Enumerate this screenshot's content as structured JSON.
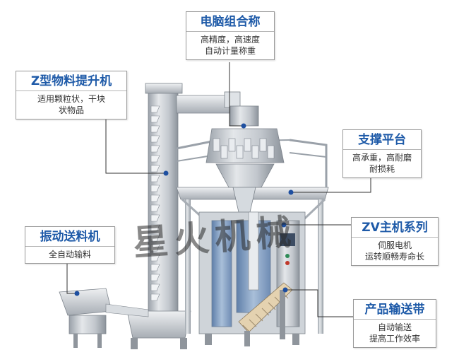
{
  "callouts": {
    "computer_scale": {
      "title": "电脑组合称",
      "desc": [
        "高精度，高速度",
        "自动计量称重"
      ]
    },
    "z_elevator": {
      "title": "Z型物料提升机",
      "desc": [
        "适用颗粒状，干块",
        "状物品"
      ]
    },
    "support_platform": {
      "title": "支撑平台",
      "desc": [
        "高承重，高耐磨",
        "耐损耗"
      ]
    },
    "vibrating_feeder": {
      "title": "振动送料机",
      "desc": [
        "全自动输料"
      ]
    },
    "zv_main_machine": {
      "title": "ZV主机系列",
      "desc": [
        "伺服电机",
        "运转顺畅寿命长"
      ]
    },
    "product_conveyor": {
      "title": "产品输送带",
      "desc": [
        "自动输送",
        "提高工作效率"
      ]
    }
  },
  "watermark": "星火机械",
  "colors": {
    "title_blue": "#1e5aa8",
    "dot_blue": "#1e4fa0",
    "steel": "#c9ced4",
    "panel_blue": "#7f9dc4"
  }
}
